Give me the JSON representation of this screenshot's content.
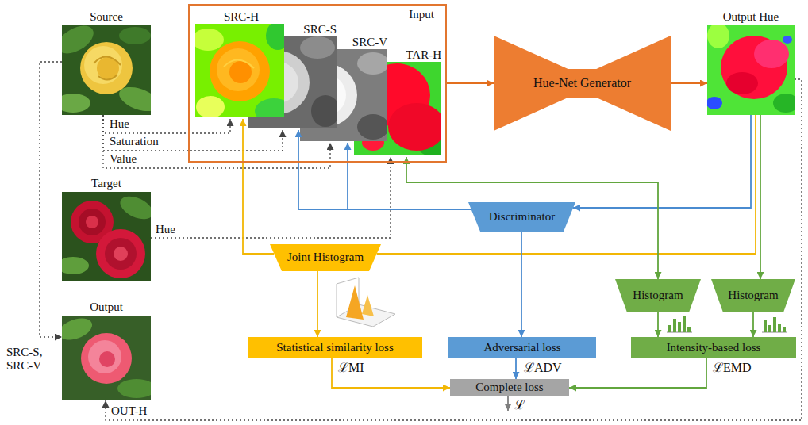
{
  "diagram": {
    "nodes": [
      {
        "text": [
          "Source"
        ]
      },
      {
        "text": [
          "Input"
        ]
      },
      {
        "text": [
          "SRC-H"
        ],
        "in": 1
      },
      {
        "text": [
          "SRC-S"
        ],
        "in": 1
      },
      {
        "text": [
          "SRC-V"
        ],
        "in": 1
      },
      {
        "text": [
          "TAR-H"
        ],
        "in": 1
      },
      {
        "text": [
          "Hue-Net Generator"
        ]
      },
      {
        "text": [
          "Output Hue"
        ]
      },
      {
        "text": [
          "Target"
        ]
      },
      {
        "text": [
          "Discriminator"
        ]
      },
      {
        "text": [
          "Joint Histogram"
        ]
      },
      {
        "text": [
          "Histogram"
        ]
      },
      {
        "text": [
          "Histogram"
        ]
      },
      {
        "text": [
          "Output"
        ]
      },
      {
        "text": [
          "Statistical similarity loss"
        ]
      },
      {
        "text": [
          "Adversarial loss"
        ]
      },
      {
        "text": [
          "Intensity-based loss"
        ]
      },
      {
        "text": [
          "Complete loss"
        ]
      }
    ],
    "edges": [
      {
        "from": 0,
        "to": 2,
        "label": "Hue",
        "arrow": "to"
      },
      {
        "from": 0,
        "to": 3,
        "label": "Saturation",
        "arrow": "to"
      },
      {
        "from": 0,
        "to": 4,
        "label": "Value",
        "arrow": "to"
      },
      {
        "from": 8,
        "to": 5,
        "label": "Hue",
        "arrow": "to"
      },
      {
        "from": 0,
        "to": 13,
        "label": "SRC-S, SRC-V",
        "arrow": "to"
      },
      {
        "from": 7,
        "to": 13,
        "label": "OUT-H",
        "arrow": "to"
      },
      {
        "from": 1,
        "to": 6,
        "arrow": "to"
      },
      {
        "from": 6,
        "to": 7,
        "arrow": "to"
      },
      {
        "from": 7,
        "to": 9,
        "arrow": "to"
      },
      {
        "from": 9,
        "to": 3,
        "arrow": "to"
      },
      {
        "from": 9,
        "to": 4,
        "arrow": "to"
      },
      {
        "from": 10,
        "to": 2,
        "arrow": "to"
      },
      {
        "from": 7,
        "to": 10,
        "arrow": "none"
      },
      {
        "from": 5,
        "to": 11,
        "arrow": "both"
      },
      {
        "from": 7,
        "to": 12,
        "arrow": "to"
      },
      {
        "from": 9,
        "to": 15,
        "arrow": "to"
      },
      {
        "from": 10,
        "to": 14,
        "arrow": "to"
      },
      {
        "from": 11,
        "to": 16,
        "arrow": "to"
      },
      {
        "from": 12,
        "to": 16,
        "arrow": "to"
      },
      {
        "from": 14,
        "to": 17,
        "arrow": "to"
      },
      {
        "from": 15,
        "to": 17,
        "arrow": "to"
      },
      {
        "from": 16,
        "to": 17,
        "arrow": "to"
      }
    ],
    "labels": [
      "ℒMI",
      "ℒADV",
      "ℒEMD",
      "ℒ"
    ]
  }
}
